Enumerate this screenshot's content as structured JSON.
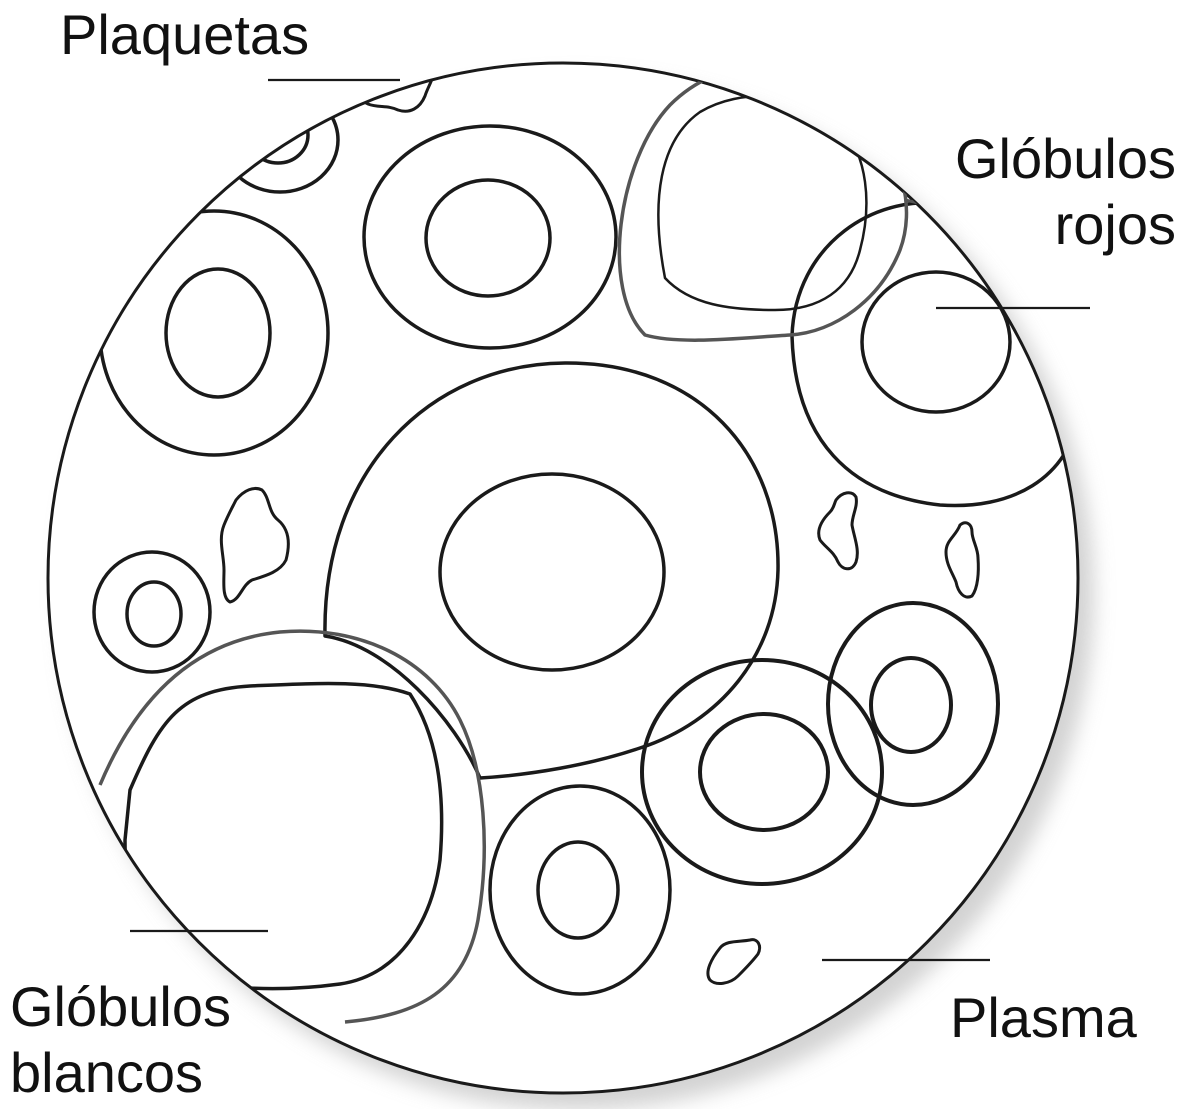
{
  "labels": {
    "plaquetas": "Plaquetas",
    "globulos_rojos": [
      "Glóbulos",
      "rojos"
    ],
    "globulos_blancos": [
      "Glóbulos",
      "blancos"
    ],
    "plasma": "Plasma"
  },
  "colors": {
    "stroke": "#1a1a1a",
    "stroke_soft": "#555555",
    "background": "#ffffff",
    "shadow": "#bfbfbf"
  }
}
